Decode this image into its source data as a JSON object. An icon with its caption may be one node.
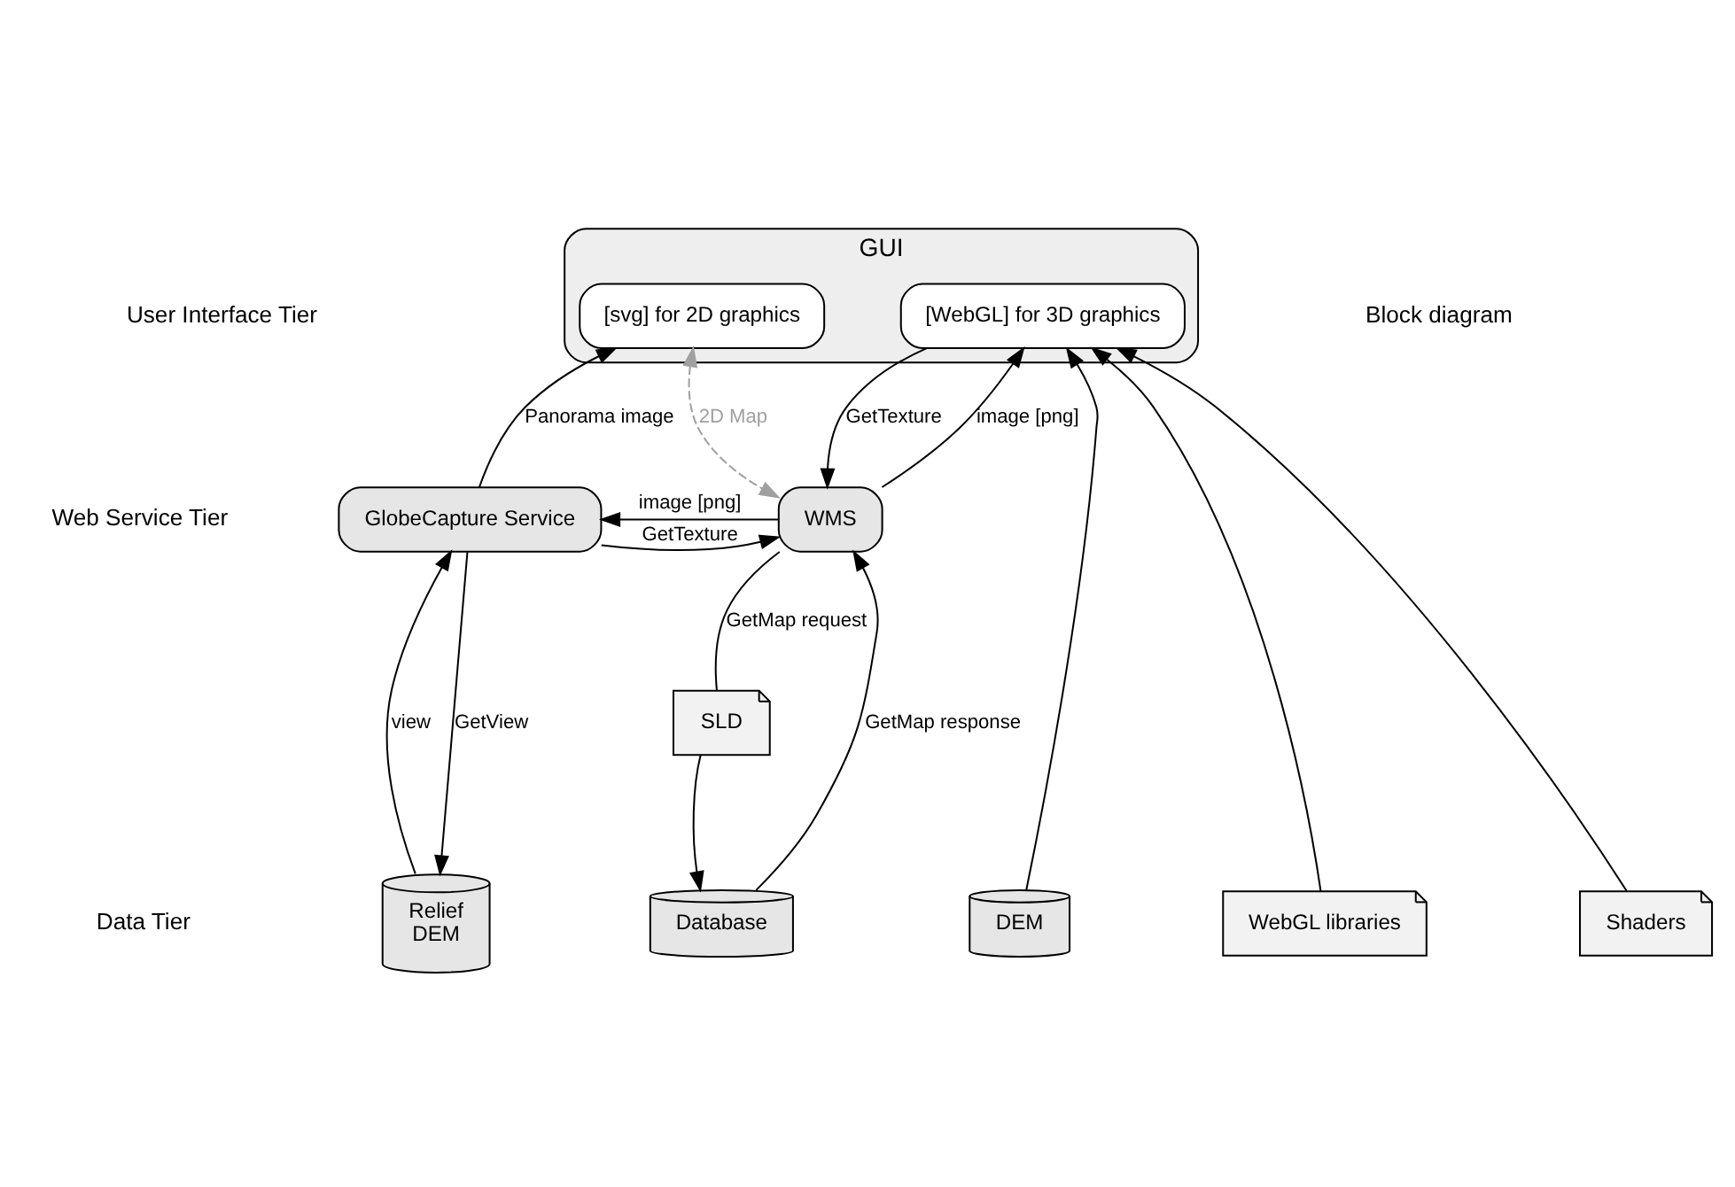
{
  "diagram": {
    "nodes": [
      {
        "text": [
          "GUI"
        ]
      },
      {
        "text": [
          "[svg] for 2D graphics"
        ],
        "in": 0
      },
      {
        "text": [
          "[WebGL] for 3D graphics"
        ],
        "in": 0
      },
      {
        "text": [
          "GlobeCapture Service"
        ]
      },
      {
        "text": [
          "WMS"
        ]
      },
      {
        "text": [
          "SLD"
        ]
      },
      {
        "text": [
          "WebGL libraries"
        ]
      },
      {
        "text": [
          "Shaders"
        ]
      },
      {
        "text": [
          "Relief",
          "DEM"
        ]
      },
      {
        "text": [
          "Database"
        ]
      },
      {
        "text": [
          "DEM"
        ]
      }
    ],
    "edges": [
      {
        "from": 3,
        "to": 1,
        "arrow": "to",
        "label": "Panorama image"
      },
      {
        "from": 1,
        "to": 4,
        "arrow": "both",
        "label": "2D Map",
        "style": "dashed",
        "color": "#a0a0a0"
      },
      {
        "from": 4,
        "to": 2,
        "arrow": "to",
        "label": "image [png]"
      },
      {
        "from": 2,
        "to": 4,
        "arrow": "to",
        "label": "GetTexture"
      },
      {
        "from": 4,
        "to": 3,
        "arrow": "to",
        "label": "image [png]"
      },
      {
        "from": 3,
        "to": 4,
        "arrow": "to",
        "label": "GetTexture"
      },
      {
        "from": 3,
        "to": 8,
        "arrow": "to",
        "label": "GetView"
      },
      {
        "from": 8,
        "to": 3,
        "arrow": "to",
        "label": "view"
      },
      {
        "from": 9,
        "to": 4,
        "arrow": "to",
        "label": "GetMap response"
      },
      {
        "from": 4,
        "to": 5,
        "arrow": "none",
        "label": "GetMap request"
      },
      {
        "from": 5,
        "to": 9,
        "arrow": "to"
      },
      {
        "from": 10,
        "to": 2,
        "arrow": "to"
      },
      {
        "from": 6,
        "to": 2,
        "arrow": "to"
      },
      {
        "from": 7,
        "to": 2,
        "arrow": "to"
      }
    ],
    "labels": [
      "User Interface Tier",
      "Block diagram",
      "Web Service Tier",
      "Data Tier"
    ]
  }
}
